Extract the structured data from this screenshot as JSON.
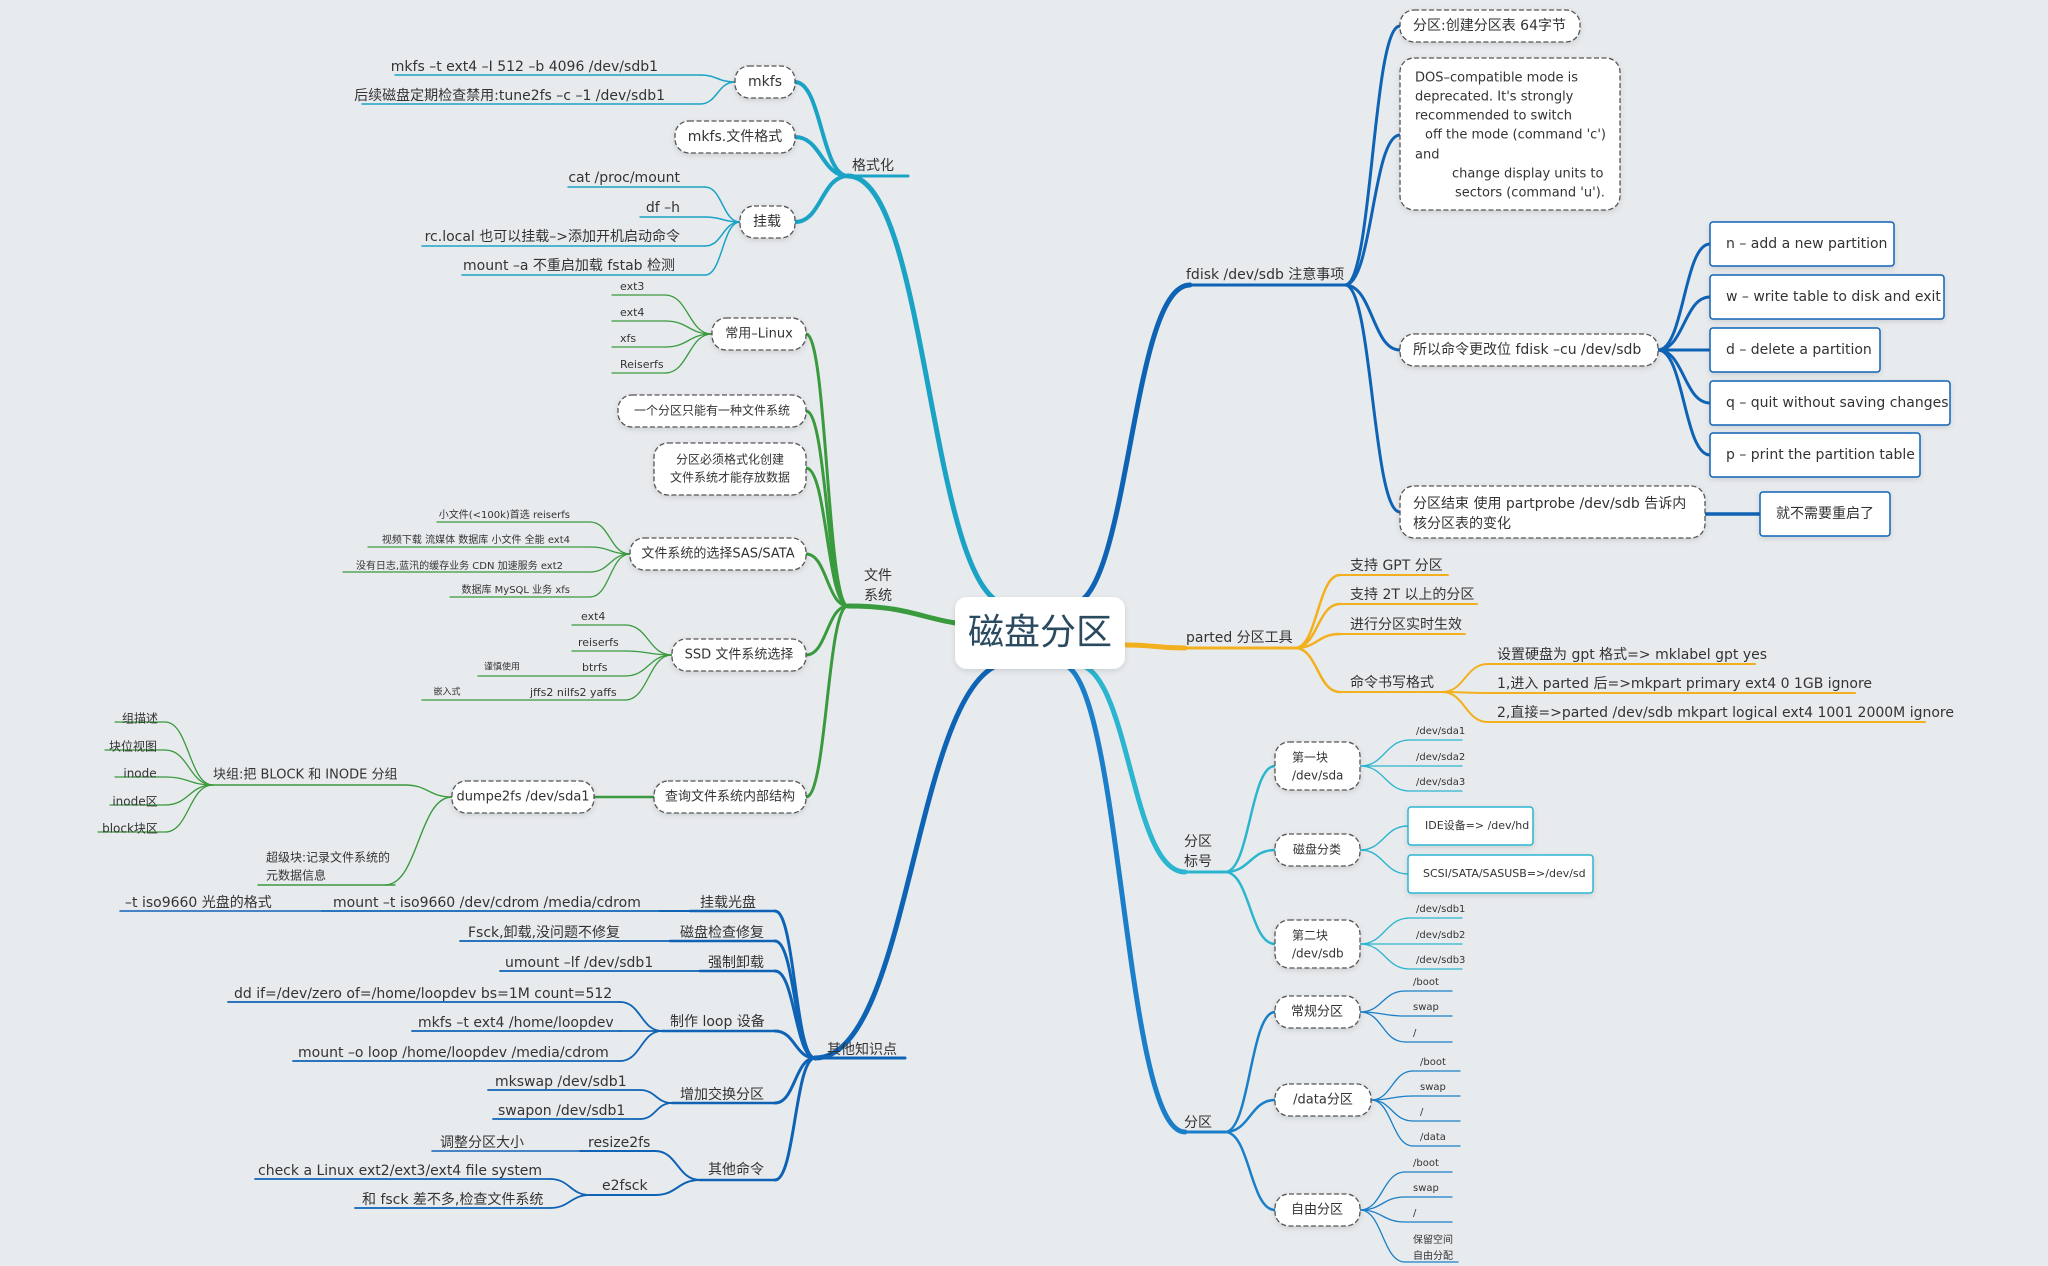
{
  "root": "磁盘分区",
  "colors": {
    "background": "#e8ebee",
    "format": "#1ba3c6",
    "filesystem": "#3a9a3e",
    "other": "#0e63b5",
    "fdisk": "#0e63b5",
    "parted": "#f2b01e",
    "label": "#2bb5cf",
    "partition": "#1a7fc8"
  },
  "branches": {
    "format": "格式化",
    "filesystem": "文件系统",
    "other": "其他知识点",
    "fdisk": "fdisk /dev/sdb 注意事项",
    "parted": "parted 分区工具",
    "label": "分区标号",
    "partition": "分区"
  },
  "format": {
    "mkfs": "mkfs",
    "mkfs_items": [
      "mkfs –t ext4 –I 512 –b 4096 /dev/sdb1",
      "后续磁盘定期检查禁用:tune2fs –c –1 /dev/sdb1"
    ],
    "mkfs_fmt": "mkfs.文件格式",
    "mount": "挂载",
    "mount_items": [
      "cat /proc/mount",
      "df –h",
      "rc.local 也可以挂载–>添加开机启动命令",
      "mount –a 不重启加载 fstab 检测"
    ]
  },
  "filesystem": {
    "common": "常用–Linux",
    "common_items": [
      "ext3",
      "ext4",
      "xfs",
      "Reiserfs"
    ],
    "one_fs": "一个分区只能有一种文件系统",
    "must_format_1": "分区必须格式化创建",
    "must_format_2": "文件系统才能存放数据",
    "choose": "文件系统的选择SAS/SATA",
    "choose_items": [
      "小文件(<100k)首选 reiserfs",
      "视频下载 流媒体 数据库 小文件 全能 ext4",
      "没有日志,蓝汛的缓存业务 CDN 加速服务 ext2",
      "数据库 MySQL 业务 xfs"
    ],
    "ssd": "SSD 文件系统选择",
    "ssd_items": [
      "ext4",
      "reiserfs",
      "btrfs",
      "jffs2  nilfs2 yaffs"
    ],
    "ssd_notes": [
      "谨慎使用",
      "嵌入式"
    ],
    "inspect": "查询文件系统内部结构",
    "dumpe2fs": "dumpe2fs /dev/sda1",
    "block_group": "块组:把 BLOCK 和 INODE 分组",
    "block_items": [
      "组描述",
      "块位视图",
      "inode",
      "inode区",
      "block块区"
    ],
    "super_1": "超级块:记录文件系统的",
    "super_2": "元数据信息"
  },
  "other": {
    "cdrom": "挂载光盘",
    "cdrom_cmd": "mount –t iso9660 /dev/cdrom /media/cdrom",
    "cdrom_note": "–t iso9660 光盘的格式",
    "fsck": "磁盘检查修复",
    "fsck_cmd": "Fsck,卸载,没问题不修复",
    "umount": "强制卸载",
    "umount_cmd": "umount –lf /dev/sdb1",
    "loop": "制作 loop 设备",
    "loop_items": [
      "dd if=/dev/zero of=/home/loopdev bs=1M count=512",
      "mkfs –t ext4 /home/loopdev",
      "mount –o loop /home/loopdev /media/cdrom"
    ],
    "swap": "增加交换分区",
    "swap_items": [
      "mkswap /dev/sdb1",
      "swapon /dev/sdb1"
    ],
    "misc": "其他命令",
    "resize": "resize2fs",
    "resize_note": "调整分区大小",
    "e2fsck": "e2fsck",
    "e2fsck_items": [
      "check a Linux ext2/ext3/ext4 file system",
      "和 fsck 差不多,检查文件系统"
    ]
  },
  "fdisk": {
    "gpt": "分区:创建分区表 64字节",
    "dos_lines": [
      "DOS–compatible mode is",
      "deprecated. It's strongly",
      "recommended to switch",
      "off the mode (command 'c')",
      "and",
      "change display units to",
      "sectors (command 'u')."
    ],
    "cu": "所以命令更改位 fdisk –cu /dev/sdb",
    "cmds": [
      "n – add a new partition",
      "w – write table to disk and exit",
      "d – delete a partition",
      "q – quit without saving changes",
      "p – print the partition table"
    ],
    "end_1": "分区结束 使用 partprobe /dev/sdb 告诉内",
    "end_2": "核分区表的变化",
    "no_reboot": "就不需要重启了"
  },
  "parted": {
    "items": [
      "支持 GPT 分区",
      "支持 2T 以上的分区",
      "进行分区实时生效"
    ],
    "fmt": "命令书写格式",
    "fmt_items": [
      "设置硬盘为 gpt 格式=> mklabel gpt yes",
      "1,进入 parted 后=>mkpart primary ext4 0 1GB ignore",
      "2,直接=>parted /dev/sdb mkpart logical ext4 1001 2000M ignore"
    ]
  },
  "label": {
    "first_1": "第一块",
    "first_2": "/dev/sda",
    "first_items": [
      "/dev/sda1",
      "/dev/sda2",
      "/dev/sda3"
    ],
    "kind": "磁盘分类",
    "kind_items": [
      "IDE设备=> /dev/hd",
      "SCSI/SATA/SASUSB=>/dev/sd"
    ],
    "second_1": "第二块",
    "second_2": "/dev/sdb",
    "second_items": [
      "/dev/sdb1",
      "/dev/sdb2",
      "/dev/sdb3"
    ]
  },
  "partition": {
    "regular": "常规分区",
    "regular_items": [
      "/boot",
      "swap",
      "/"
    ],
    "data": "/data分区",
    "data_items": [
      "/boot",
      "swap",
      "/",
      "/data"
    ],
    "free": "自由分区",
    "free_items": [
      "/boot",
      "swap",
      "/"
    ],
    "free_last_1": "保留空间",
    "free_last_2": "自由分配"
  }
}
